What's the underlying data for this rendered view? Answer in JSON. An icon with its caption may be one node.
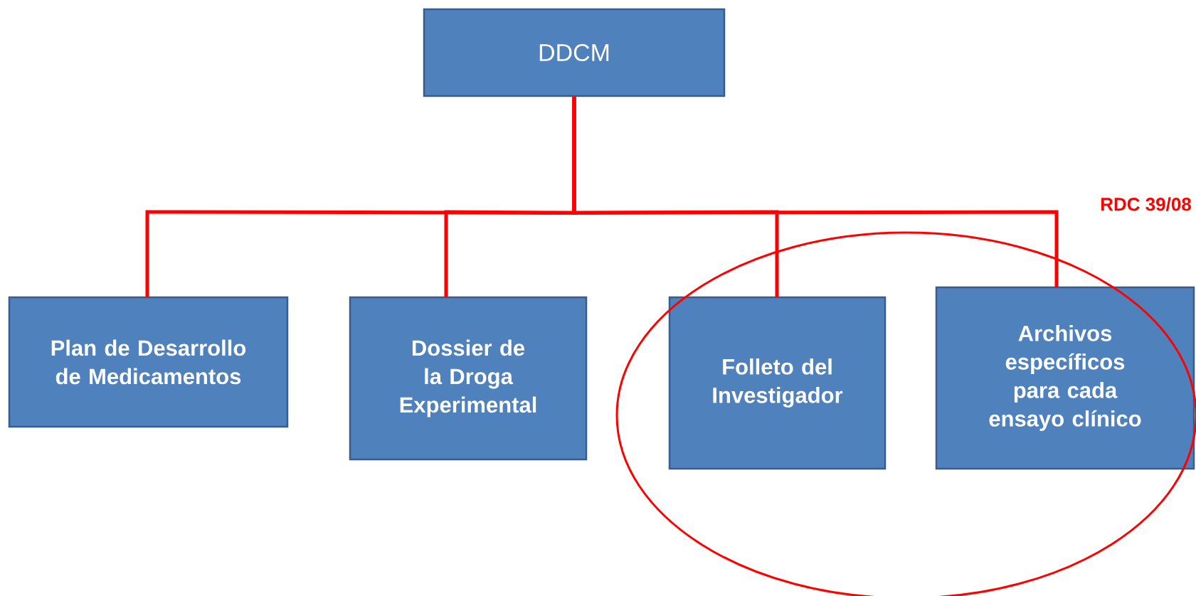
{
  "diagram": {
    "nodes": [
      {
        "text": [
          "DDCM"
        ]
      },
      {
        "text": [
          "Plan de Desarrollo de Medicamentos"
        ]
      },
      {
        "text": [
          "Dossier de la Droga Experimental"
        ]
      },
      {
        "text": [
          "Folleto del Investigador"
        ]
      },
      {
        "text": [
          "Archivos específicos para cada ensayo clínico"
        ]
      }
    ],
    "edges": [
      {
        "from": 0,
        "to": 1,
        "arrow": "none"
      },
      {
        "from": 0,
        "to": 2,
        "arrow": "none"
      },
      {
        "from": 0,
        "to": 3,
        "arrow": "none"
      },
      {
        "from": 0,
        "to": 4,
        "arrow": "none"
      }
    ],
    "labels": [
      "RDC 39/08"
    ]
  }
}
